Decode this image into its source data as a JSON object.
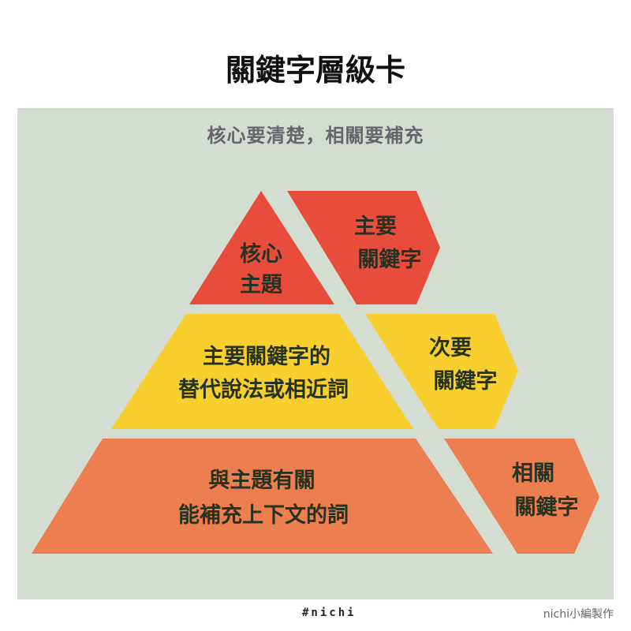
{
  "title": "關鍵字層級卡",
  "subtitle": "核心要清楚，相關要補充",
  "colors": {
    "panel": "#d3ddd1",
    "red": "#e84c3b",
    "yellow": "#f8cf2f",
    "orange": "#ec7e4f"
  },
  "levels": [
    {
      "pyramid": [
        "核心",
        "主題"
      ],
      "tag": [
        "主要",
        "關鍵字"
      ]
    },
    {
      "pyramid": [
        "主要關鍵字的",
        "替代說法或相近詞"
      ],
      "tag": [
        "次要",
        "關鍵字"
      ]
    },
    {
      "pyramid": [
        "與主題有關",
        "能補充上下文的詞"
      ],
      "tag": [
        "相關",
        "關鍵字"
      ]
    }
  ],
  "footer": {
    "logo": "#nichi",
    "credit": "nichi小編製作"
  }
}
